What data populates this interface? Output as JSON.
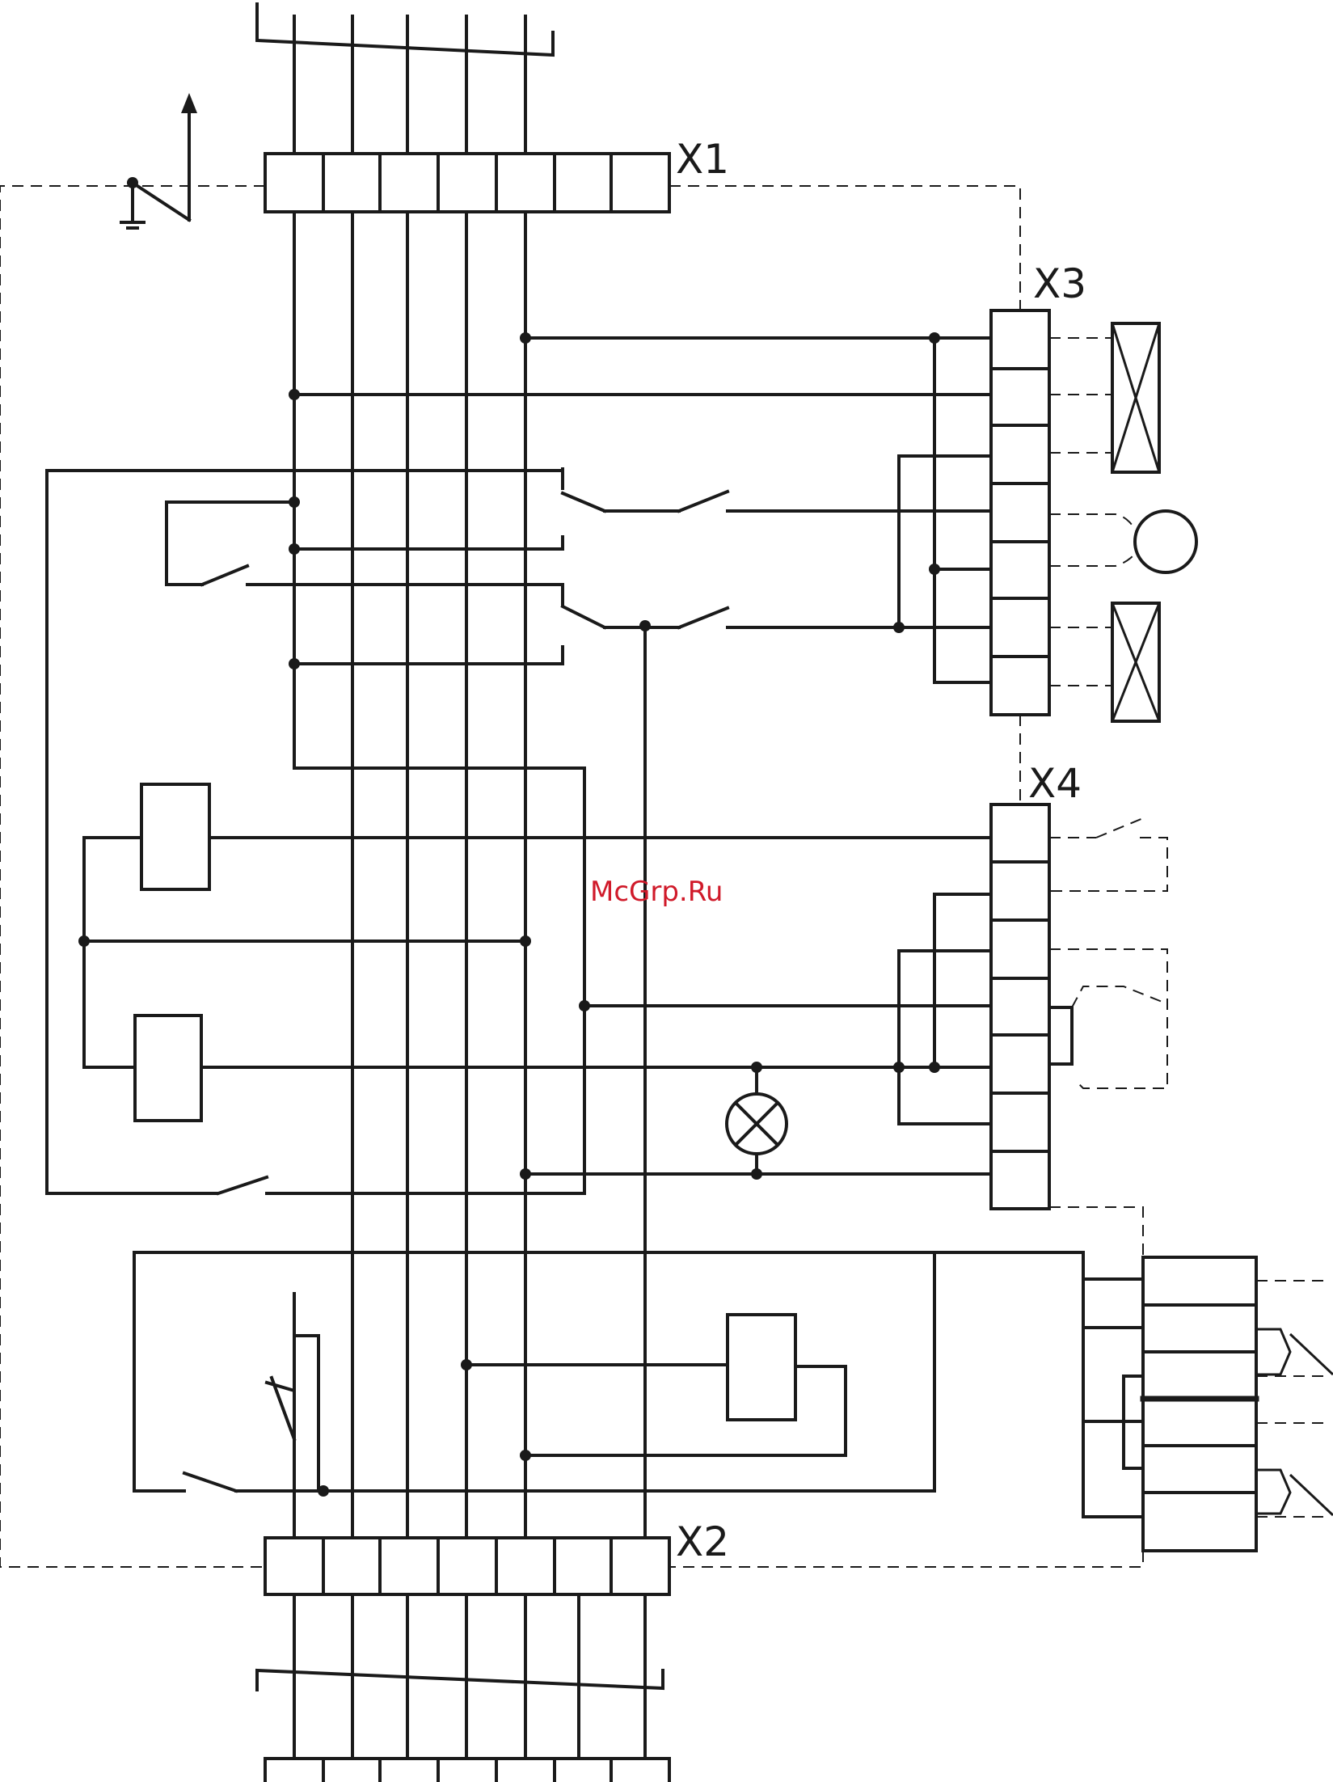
{
  "terminals": {
    "x1": "X1",
    "x2": "X2",
    "x3": "X3",
    "x4": "X4"
  },
  "watermark": "McGrp.Ru",
  "colors": {
    "line": "#1a1a1a",
    "watermark": "#d01a2a",
    "background": "#ffffff"
  },
  "icons": [
    "ground-icon",
    "arrow-up-icon",
    "lamp-icon",
    "motor-icon",
    "valve-icon",
    "relay-coil-icon",
    "switch-contact-icon"
  ]
}
